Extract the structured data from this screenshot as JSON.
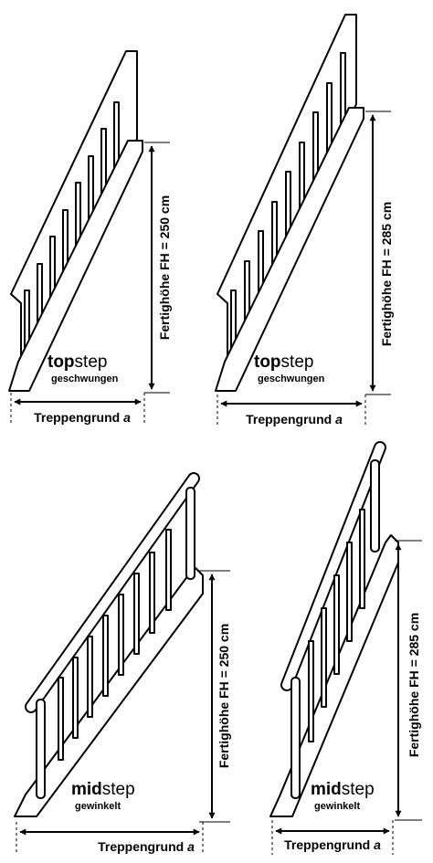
{
  "colors": {
    "ink": "#000000",
    "paper": "#ffffff"
  },
  "panels": [
    {
      "brand_bold": "top",
      "brand_light": "step",
      "variant": "geschwungen",
      "height_label": "Fertighöhe FH = 250 cm",
      "base_label": "Treppengrund",
      "base_var": "a"
    },
    {
      "brand_bold": "top",
      "brand_light": "step",
      "variant": "geschwungen",
      "height_label": "Fertighöhe FH = 285 cm",
      "base_label": "Treppengrund",
      "base_var": "a"
    },
    {
      "brand_bold": "mid",
      "brand_light": "step",
      "variant": "gewinkelt",
      "height_label": "Fertighöhe FH = 250 cm",
      "base_label": "Treppengrund",
      "base_var": "a"
    },
    {
      "brand_bold": "mid",
      "brand_light": "step",
      "variant": "gewinkelt",
      "height_label": "Fertighöhe FH = 285 cm",
      "base_label": "Treppengrund",
      "base_var": "a"
    }
  ]
}
